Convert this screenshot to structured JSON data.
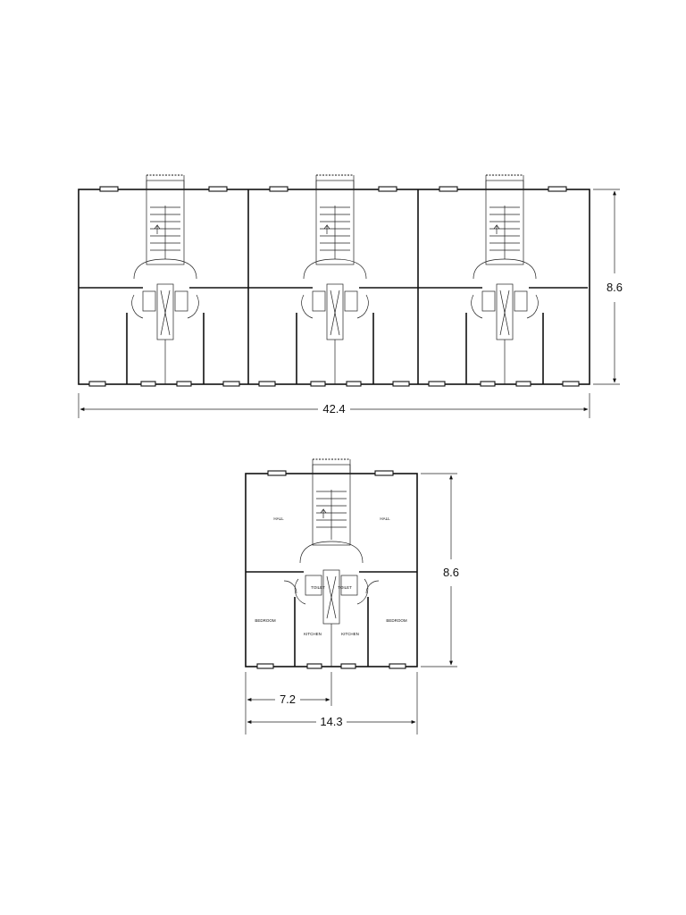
{
  "top_plan": {
    "width_label": "42.4",
    "depth_label": "8.6",
    "units": 3
  },
  "unit_plan": {
    "depth_label": "8.6",
    "half_width_label": "7.2",
    "width_label": "14.3",
    "rooms": {
      "hall_left": "HALL",
      "hall_right": "HALL",
      "toilet_left": "TOILET",
      "toilet_right": "TOILET",
      "bedroom_left": "BEDROOM",
      "bedroom_right": "BEDROOM",
      "kitchen_left": "KITCHEN",
      "kitchen_right": "KITCHEN"
    }
  }
}
